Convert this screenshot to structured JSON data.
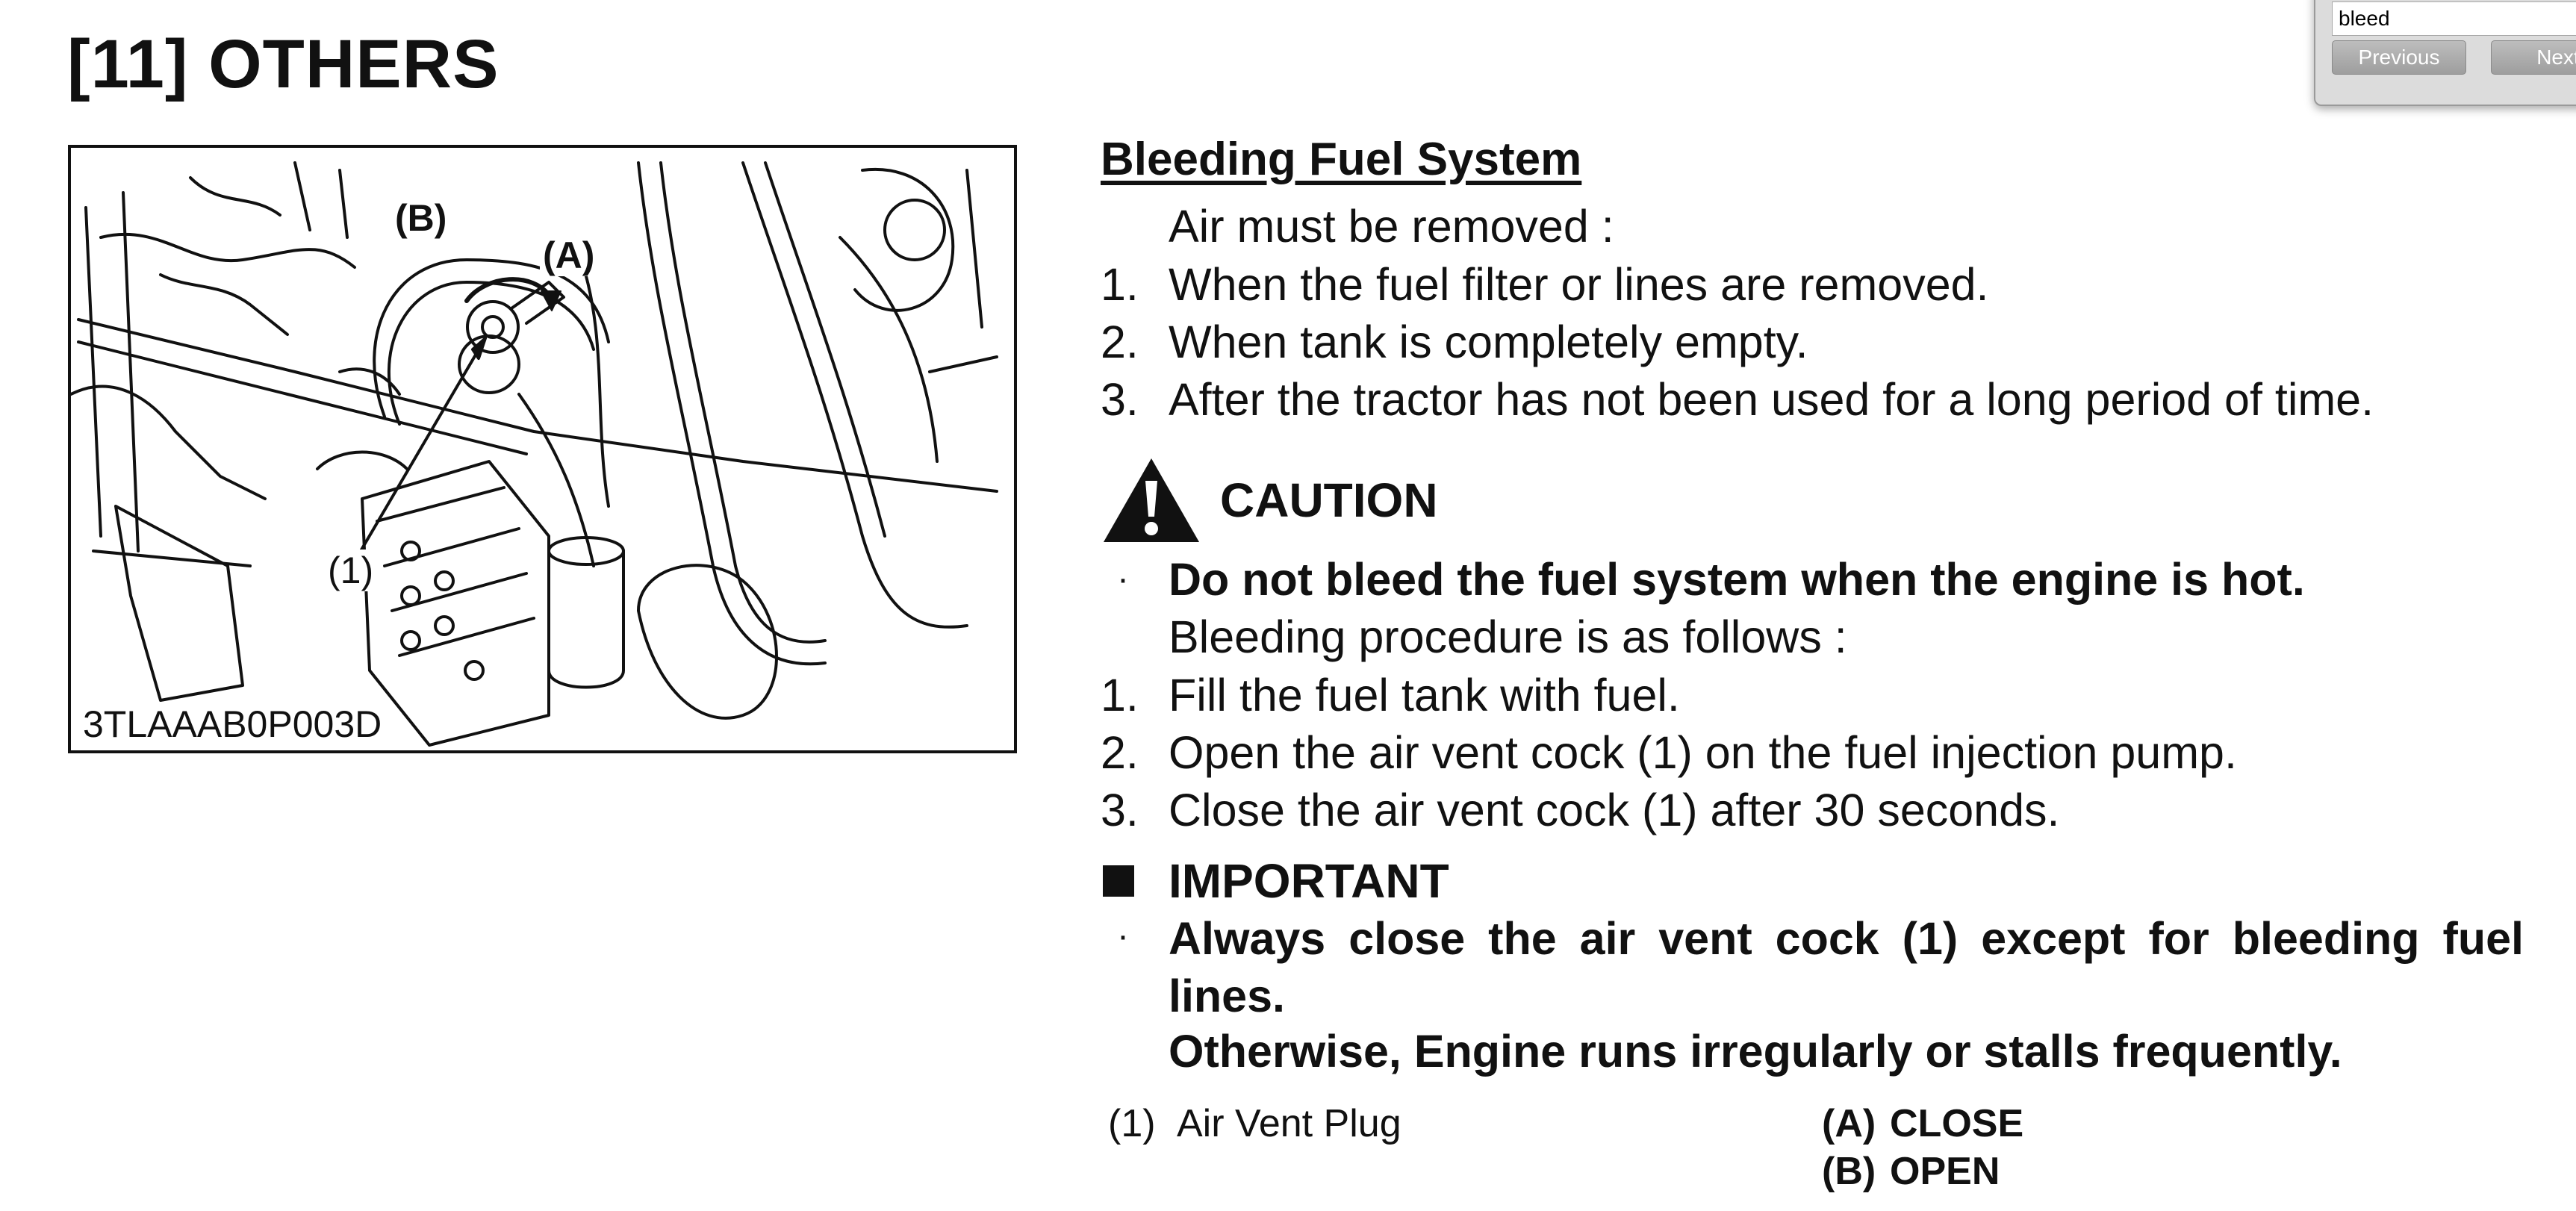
{
  "section_title": "[11] OTHERS",
  "figure": {
    "code": "3TLAAAB0P003D",
    "callouts": {
      "b": "(B)",
      "a": "(A)",
      "one": "(1)"
    }
  },
  "search": {
    "value": "bleed",
    "previous_label": "Previous",
    "next_label": "Next"
  },
  "heading": "Bleeding Fuel System",
  "intro": "Air must be removed :",
  "air_list": [
    {
      "num": "1.",
      "text": "When the fuel filter or lines are removed."
    },
    {
      "num": "2.",
      "text": "When tank is completely empty."
    },
    {
      "num": "3.",
      "text": "After the tractor has not been used for a long period of time."
    }
  ],
  "caution": {
    "label": "CAUTION",
    "bullet": "·",
    "warning": "Do not bleed the fuel system when the engine is hot.",
    "procedure_intro": "Bleeding procedure is as follows :"
  },
  "steps": [
    {
      "num": "1.",
      "text": "Fill the fuel tank with fuel."
    },
    {
      "num": "2.",
      "text": "Open the air vent cock (1) on the fuel injection pump."
    },
    {
      "num": "3.",
      "text": "Close the air vent cock (1) after 30 seconds."
    }
  ],
  "important": {
    "label": "IMPORTANT",
    "bullet": "·",
    "text": "Always close the air vent cock (1) except for bleeding fuel lines.",
    "note": "Otherwise, Engine runs irregularly or stalls frequently."
  },
  "legend": {
    "item1_num": "(1)",
    "item1_text": "Air Vent Plug",
    "a_key": "(A)",
    "a_text": "CLOSE",
    "b_key": "(B)",
    "b_text": "OPEN"
  },
  "colors": {
    "text": "#111111",
    "panel": "#dcdcdc",
    "button": "#a8a8a8"
  }
}
